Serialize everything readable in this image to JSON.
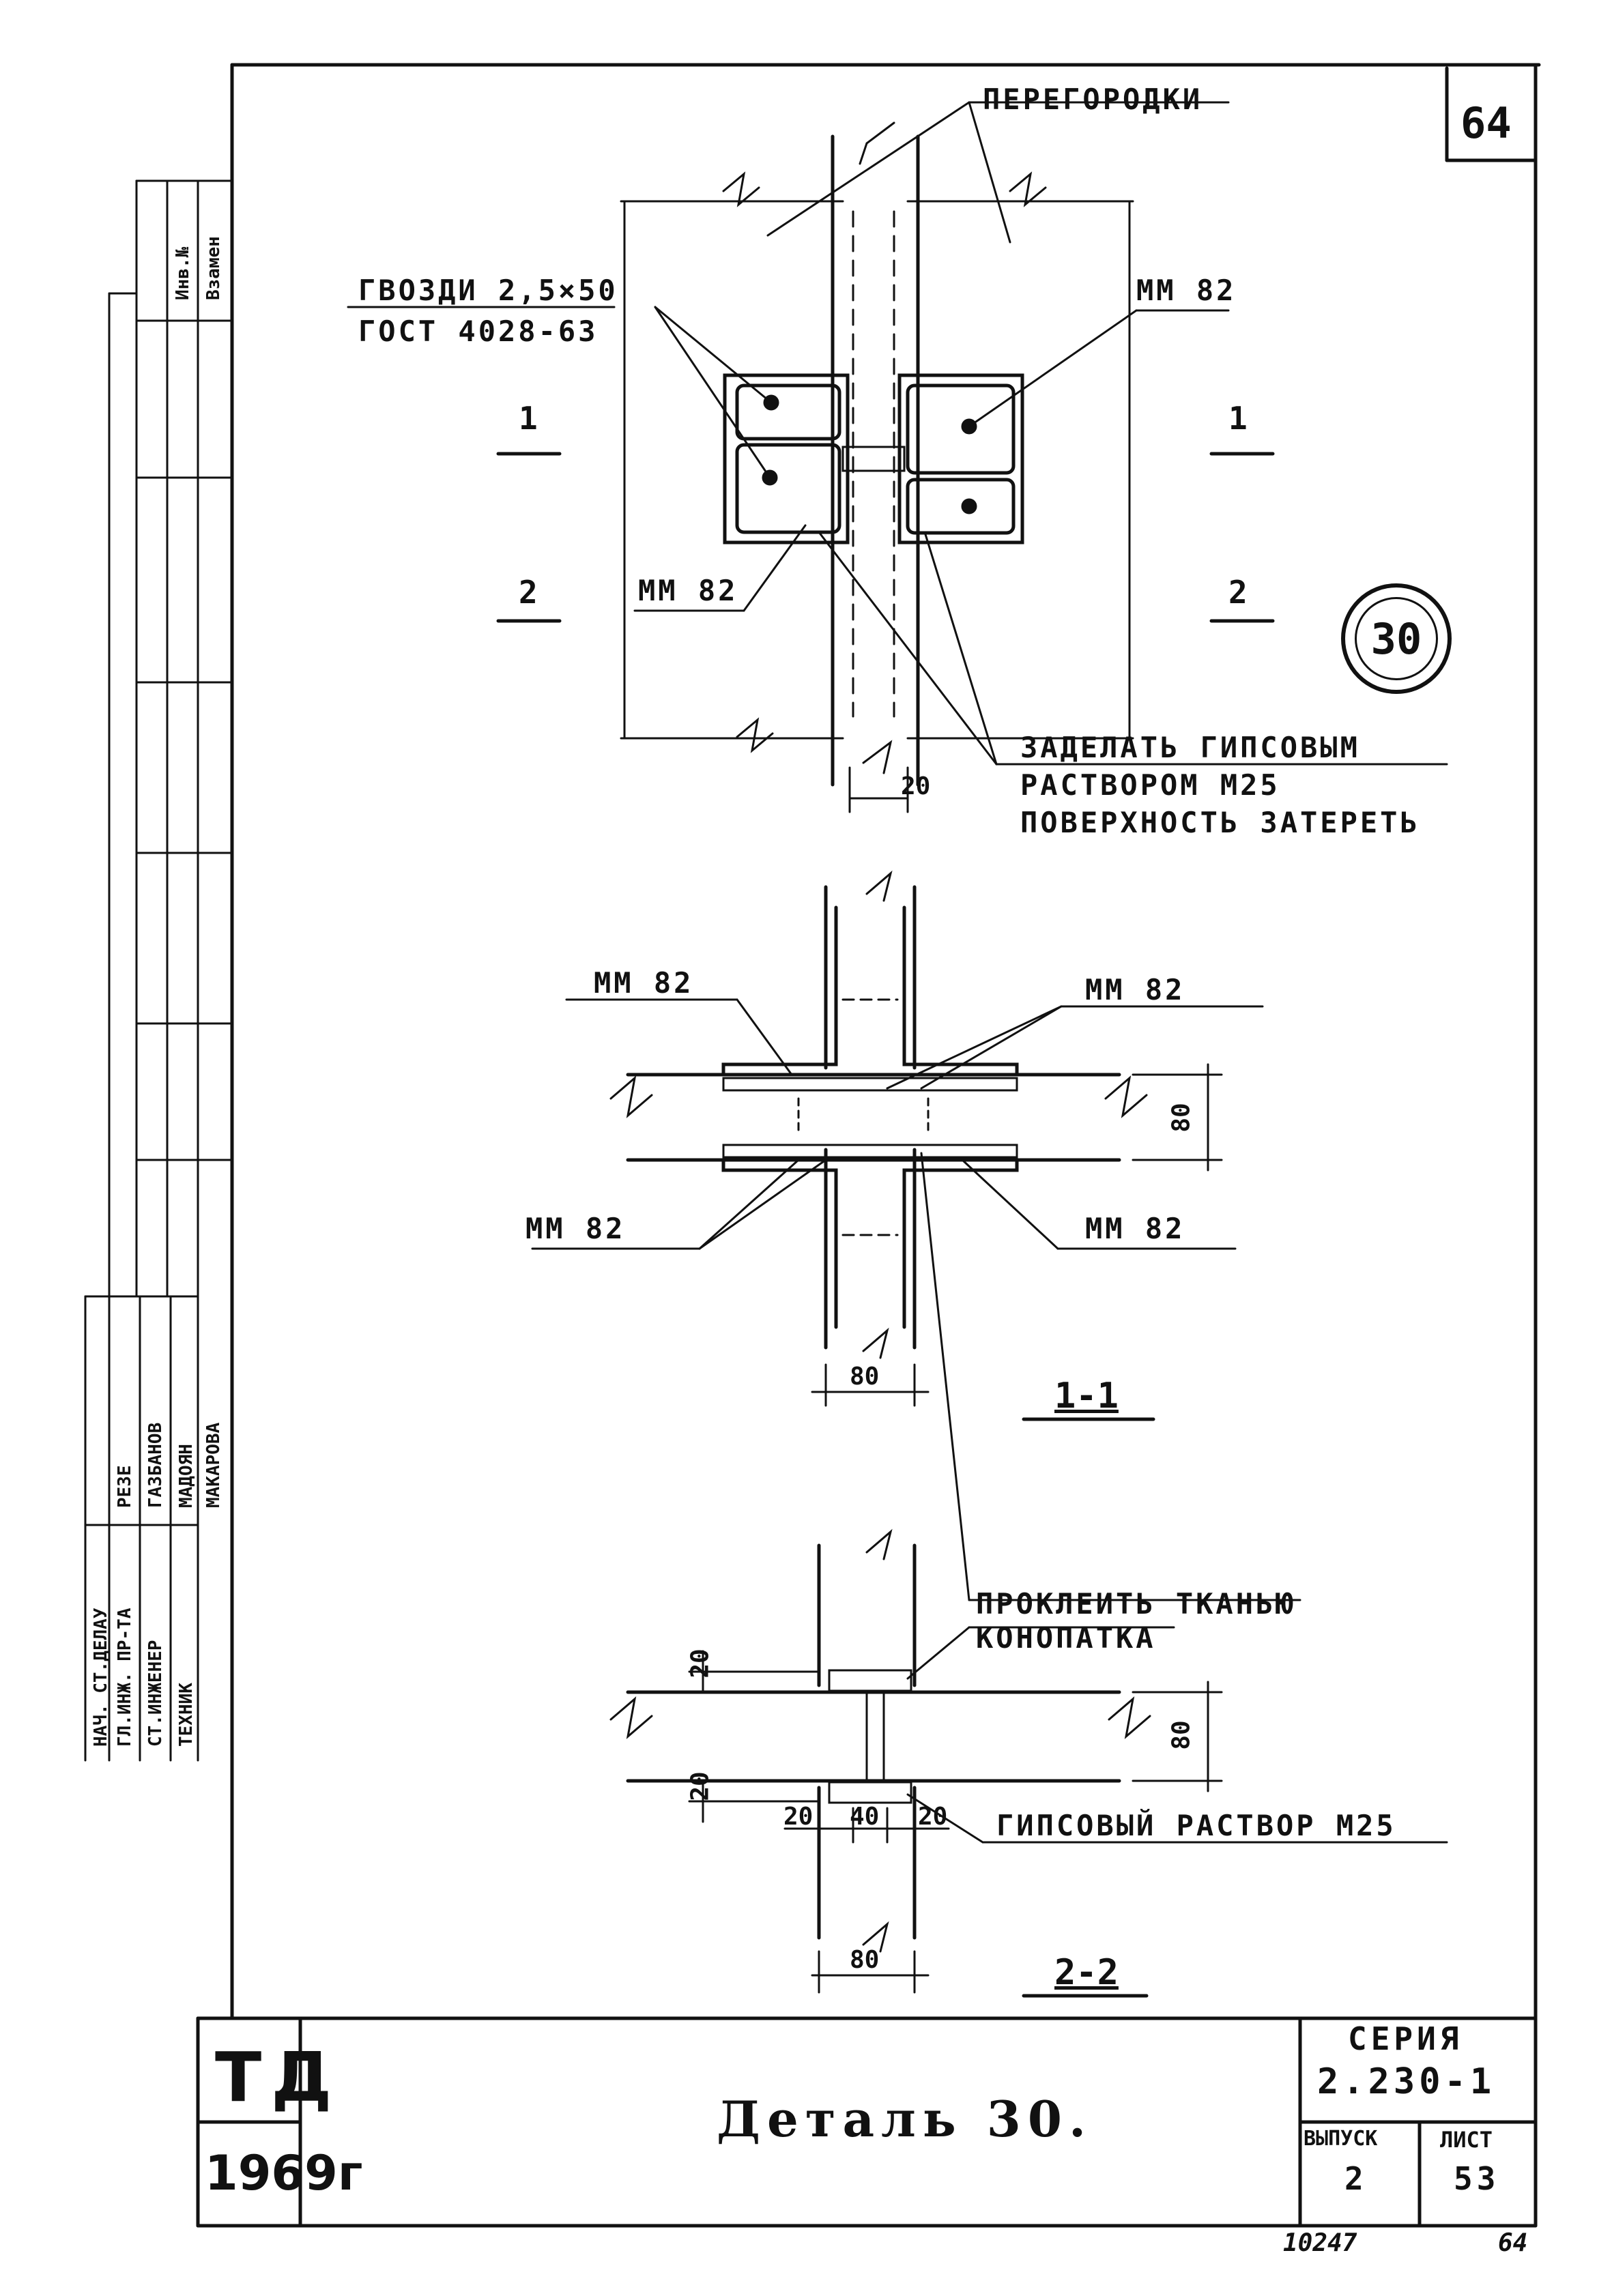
{
  "page_number": "64",
  "labels": {
    "partitions": "ПЕРЕГОРОДКИ",
    "nails_line1": "ГВОЗДИ 2,5×50",
    "nails_line2": "ГОСТ 4028-63",
    "mm82": "ММ 82",
    "seal_line1": "ЗАДЕЛАТЬ ГИПСОВЫМ",
    "seal_line2": "РАСТВОРОМ М25",
    "seal_line3": "ПОВЕРХНОСТЬ ЗАТЕРЕТЬ",
    "fabric": "ПРОКЛЕИТЬ ТКАНЬЮ",
    "caulk": "КОНОПАТКА",
    "gypsum": "ГИПСОВЫЙ РАСТВОР М25"
  },
  "section_marks": {
    "one": "1",
    "two": "2"
  },
  "detail_number": "30",
  "dimensions": {
    "d20": "20",
    "d80": "80",
    "d40": "40"
  },
  "sections": {
    "s11": "1-1",
    "s22": "2-2"
  },
  "title_block": {
    "td": "ТД",
    "year": "1969г",
    "title": "Деталь 30.",
    "series_label": "СЕРИЯ",
    "series_value": "2.230-1",
    "issue_label": "ВЫПУСК",
    "issue_value": "2",
    "sheet_label": "ЛИСТ",
    "sheet_value": "53",
    "archive_no": "10247",
    "page_corner": "64"
  },
  "side_stamp": {
    "roles": [
      "НАЧ. СТ.ДЕЛАУ",
      "ГЛ.ИНЖ. ПР-ТА",
      "СТ.ИНЖЕНЕР",
      "ТЕХНИК"
    ],
    "names": [
      "РЕЗЕ",
      "ГАЗБАНОВ",
      "МАДОЯН",
      "МАКАРОВА"
    ],
    "inv_label": "Инв.№",
    "replace_label": "Взамен"
  }
}
